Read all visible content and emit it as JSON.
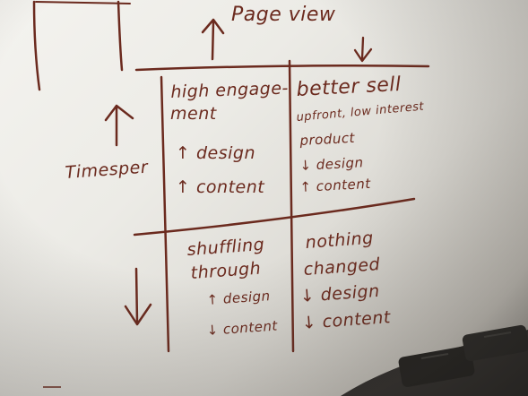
{
  "whiteboard": {
    "top_label": "Page view",
    "left_label": "Timesper",
    "quadrants": {
      "top_left": {
        "title_line1": "high engage-",
        "title_line2": "ment",
        "line3": "↑ design",
        "line4": "↑ content"
      },
      "top_right": {
        "title": "better sell",
        "line2": "upfront, low interest",
        "line3": "product",
        "line4": "↓ design",
        "line5": "↑ content"
      },
      "bottom_left": {
        "title_line1": "shuffling",
        "title_line2": "through",
        "line3": "↑ design",
        "line4": "↓ content"
      },
      "bottom_right": {
        "title_line1": "nothing",
        "title_line2": "changed",
        "line3": "↓ design",
        "line4": "↓ content"
      }
    },
    "ink_color": "#6b2a1e"
  }
}
